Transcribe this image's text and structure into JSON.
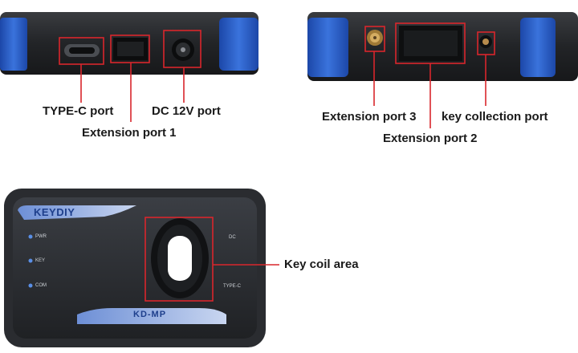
{
  "labels": {
    "type_c_port": "TYPE-C port",
    "extension_port_1": "Extension port 1",
    "dc_12v_port": "DC 12V port",
    "extension_port_3": "Extension port 3",
    "key_collection_port": "key collection port",
    "extension_port_2": "Extension port 2",
    "key_coil_area": "Key coil area"
  },
  "device": {
    "brand": "KEYDIY",
    "model": "KD-MP",
    "side_label_top": "DC",
    "side_label_bottom": "TYPE-C",
    "led_labels": [
      "PWR",
      "KEY",
      "COM"
    ]
  },
  "colors": {
    "callout": "#d9262c",
    "device_body": "#2a2c30",
    "accent_blue": "#2f63c8"
  }
}
